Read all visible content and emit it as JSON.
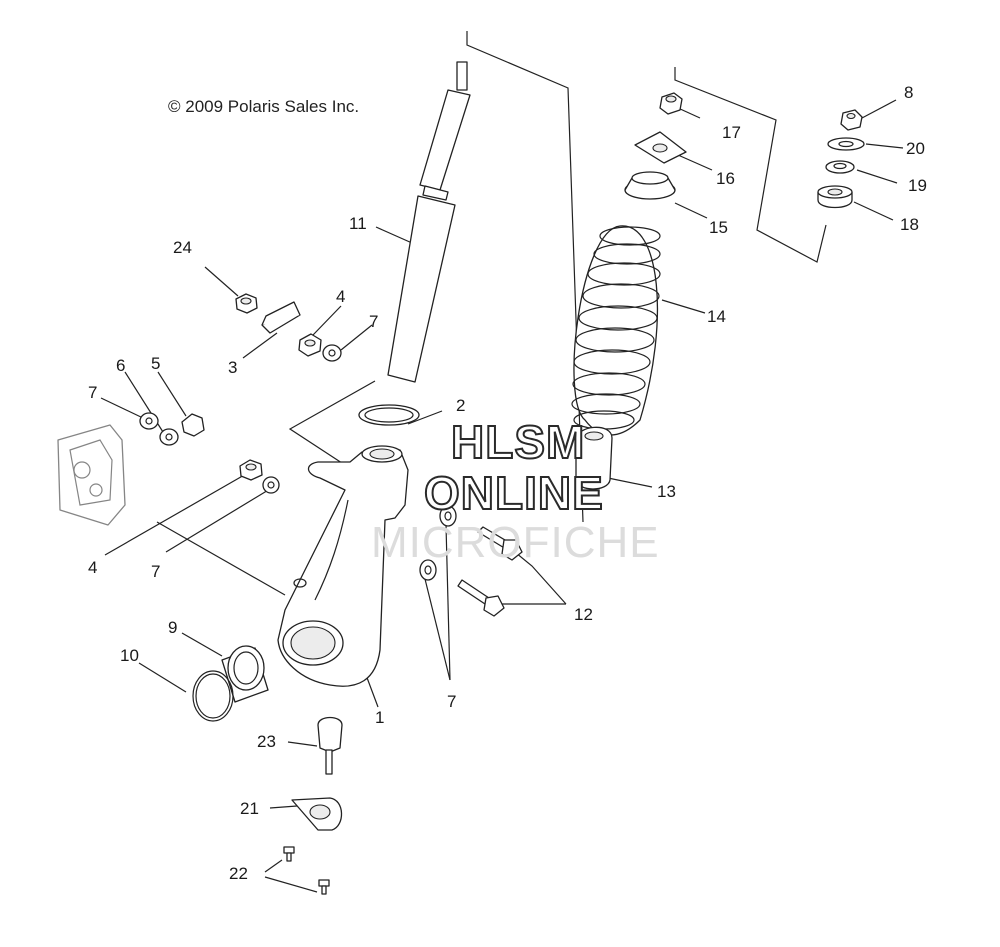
{
  "diagram": {
    "copyright": "© 2009 Polaris Sales Inc.",
    "watermark": [
      "HLSM",
      "ONLINE",
      "MICROFICHE"
    ],
    "callouts": [
      "1",
      "2",
      "3",
      "4",
      "4",
      "5",
      "6",
      "7",
      "7",
      "7",
      "7",
      "8",
      "9",
      "10",
      "11",
      "12",
      "13",
      "14",
      "15",
      "16",
      "17",
      "18",
      "19",
      "20",
      "21",
      "22",
      "23",
      "24"
    ]
  }
}
